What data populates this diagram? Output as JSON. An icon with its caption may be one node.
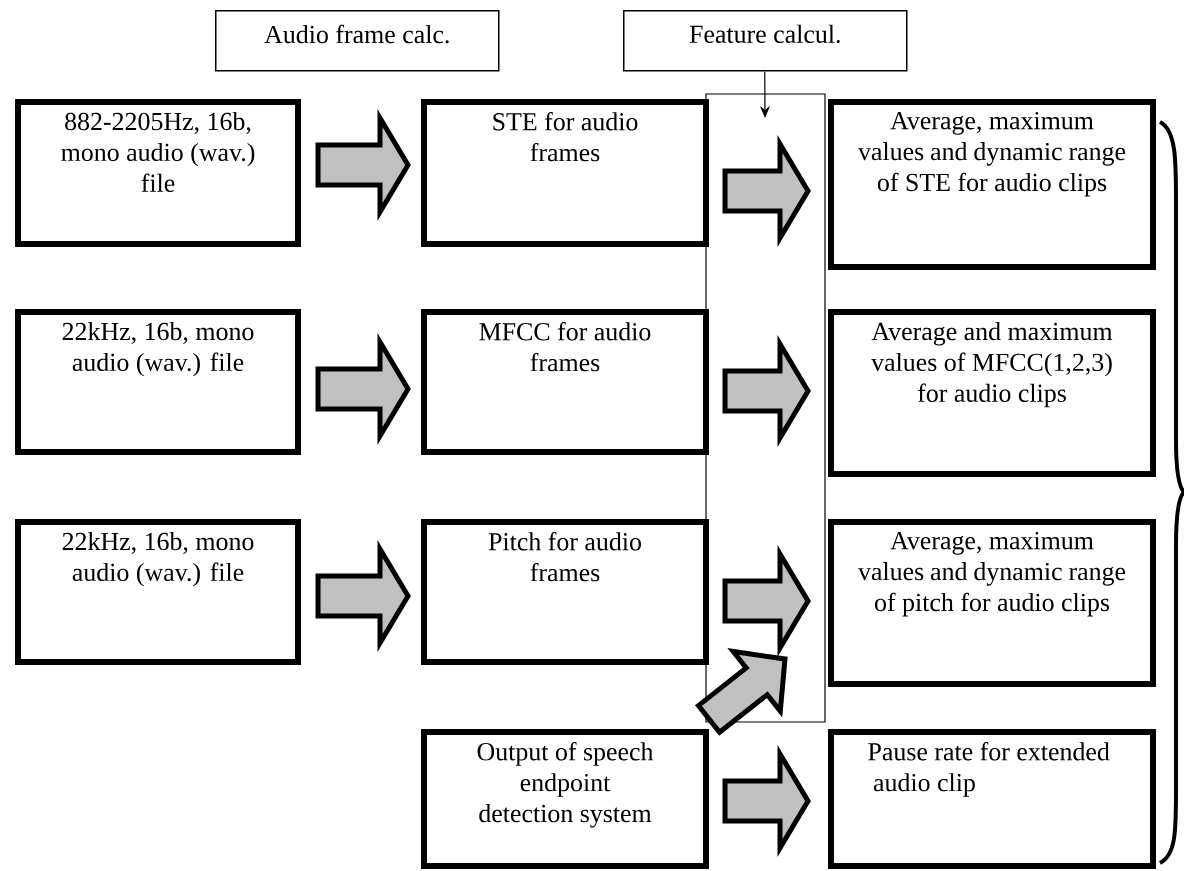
{
  "diagram": {
    "nodes": [
      {
        "text": [
          "Audio frame calc."
        ]
      },
      {
        "text": [
          "Feature calcul."
        ]
      },
      {
        "text": [],
        "shape": "box"
      },
      {
        "text": [
          "882-2205Hz, 16b, mono audio (wav.) file"
        ]
      },
      {
        "text": [
          "STE for audio frames"
        ]
      },
      {
        "text": [
          "Average, maximum values and dynamic range of STE for audio clips"
        ]
      },
      {
        "text": [
          "22kHz, 16b, mono audio (wav.) file"
        ]
      },
      {
        "text": [
          "MFCC for audio frames"
        ]
      },
      {
        "text": [
          "Average and maximum values of MFCC(1,2,3) for audio clips"
        ]
      },
      {
        "text": [
          "22kHz, 16b, mono audio (wav.) file"
        ]
      },
      {
        "text": [
          "Pitch for audio frames"
        ]
      },
      {
        "text": [
          "Average, maximum values and dynamic range of pitch for audio clips"
        ]
      },
      {
        "text": [
          "Output of speech endpoint detection system"
        ]
      },
      {
        "text": [
          "Pause rate for extended audio clip"
        ]
      }
    ],
    "edges": [
      {
        "from": 1,
        "to": 2,
        "arrow": "to"
      },
      {
        "from": 3,
        "to": 4,
        "arrow": "to",
        "style": "thick"
      },
      {
        "from": 4,
        "to": 5,
        "arrow": "to",
        "style": "thick"
      },
      {
        "from": 6,
        "to": 7,
        "arrow": "to",
        "style": "thick"
      },
      {
        "from": 7,
        "to": 8,
        "arrow": "to",
        "style": "thick"
      },
      {
        "from": 9,
        "to": 10,
        "arrow": "to",
        "style": "thick"
      },
      {
        "from": 10,
        "to": 11,
        "arrow": "to",
        "style": "thick"
      },
      {
        "from": 12,
        "to": 11,
        "arrow": "to",
        "style": "thick"
      },
      {
        "from": 12,
        "to": 13,
        "arrow": "to",
        "style": "thick"
      }
    ]
  }
}
